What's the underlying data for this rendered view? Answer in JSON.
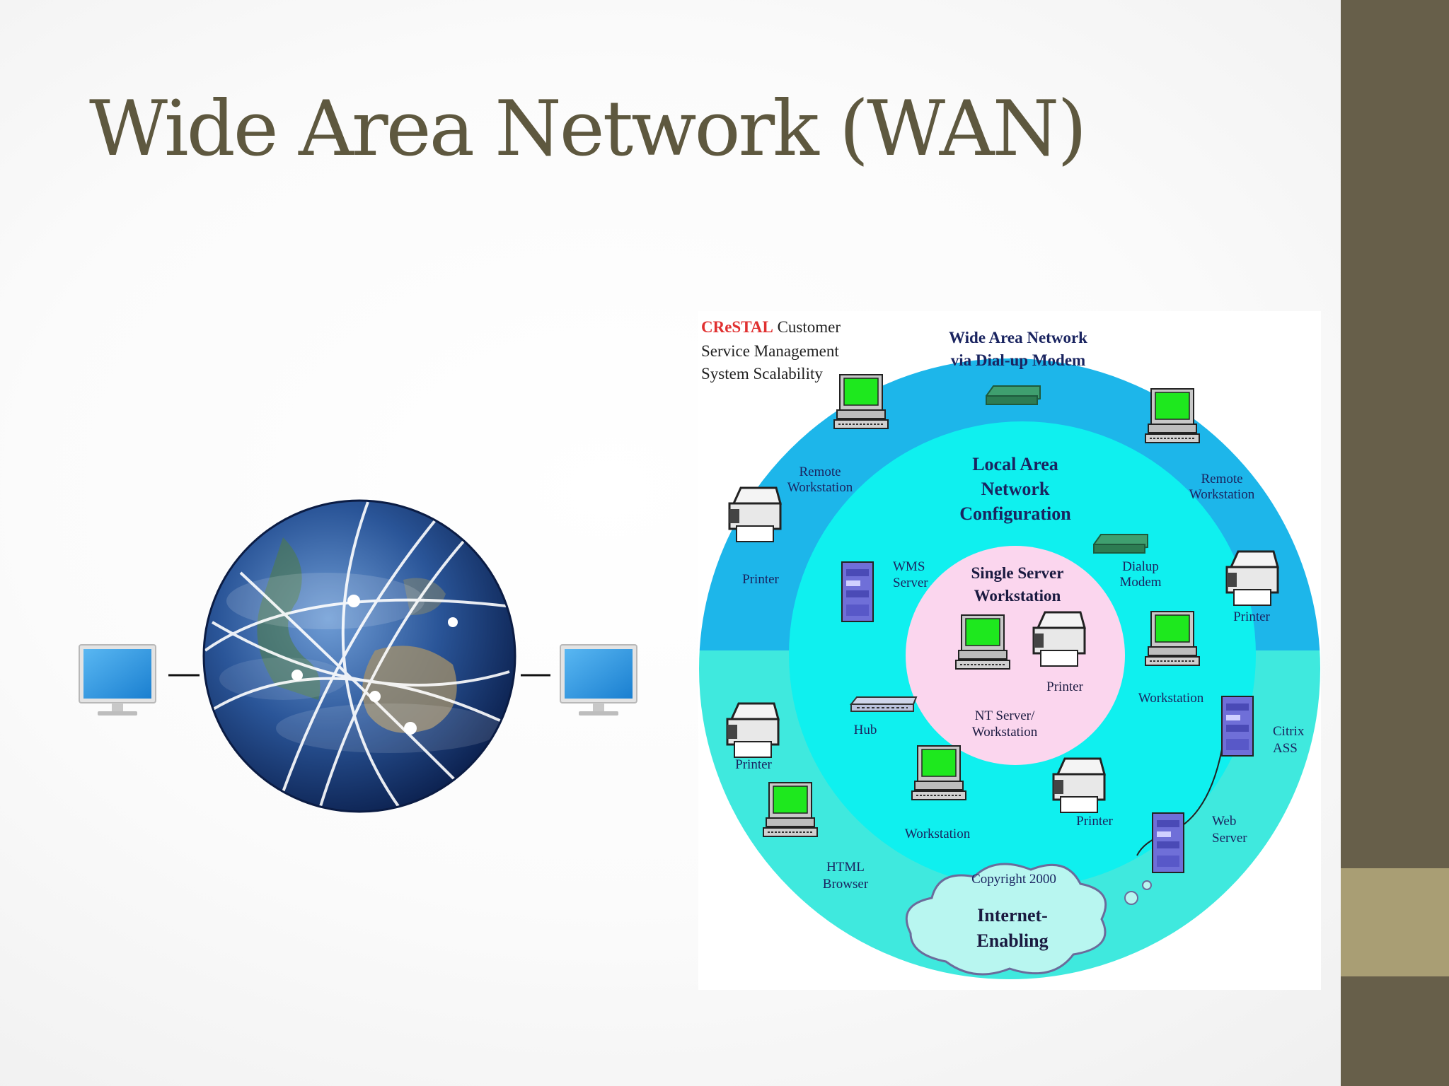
{
  "slide": {
    "title": "Wide Area Network (WAN)",
    "accent_color": "#675f4a",
    "accent_light": "#a99e74",
    "title_color": "#5e583f"
  },
  "diagram": {
    "caption": {
      "brand": "CReSTAL",
      "brand_rest": " Customer",
      "line2": "Service Management",
      "line3": "System Scalability"
    },
    "outer_ring": {
      "line1": "Wide Area Network",
      "line2": "via Dial-up Modem"
    },
    "middle_ring": {
      "line1": "Local Area",
      "line2": "Network",
      "line3": "Configuration"
    },
    "inner": {
      "line1": "Single Server",
      "line2": "Workstation"
    },
    "labels": {
      "remote_ws_left_1": "Remote",
      "remote_ws_left_2": "Workstation",
      "remote_ws_right_1": "Remote",
      "remote_ws_right_2": "Workstation",
      "printer_left": "Printer",
      "printer_right": "Printer",
      "wms_1": "WMS",
      "wms_2": "Server",
      "dialup_1": "Dialup",
      "dialup_2": "Modem",
      "printer_inner": "Printer",
      "nt_1": "NT Server/",
      "nt_2": "Workstation",
      "workstation_right": "Workstation",
      "hub": "Hub",
      "citrix_1": "Citrix",
      "citrix_2": "ASS",
      "printer_lower_left": "Printer",
      "workstation_bottom": "Workstation",
      "printer_bottom": "Printer",
      "web_1": "Web",
      "web_2": "Server",
      "html_1": "HTML",
      "html_2": "Browser",
      "copyright": "Copyright 2000",
      "internet_1": "Internet-",
      "internet_2": "Enabling"
    },
    "icons": [
      "computer-icon",
      "printer-icon",
      "server-icon",
      "modem-icon",
      "hub-icon",
      "cloud-icon",
      "globe-icon",
      "monitor-icon"
    ]
  }
}
